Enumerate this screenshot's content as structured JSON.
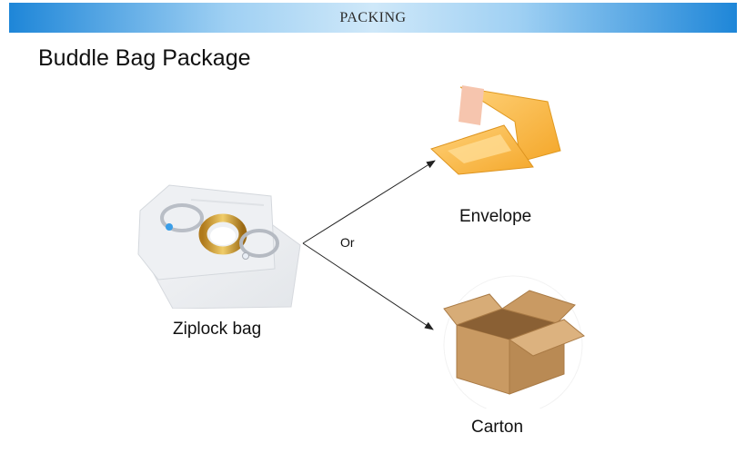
{
  "banner": {
    "title": "PACKING"
  },
  "heading": "Buddle Bag Package",
  "items": {
    "ziplock": "Ziplock bag",
    "envelope": "Envelope",
    "carton": "Carton"
  },
  "connector": "Or"
}
